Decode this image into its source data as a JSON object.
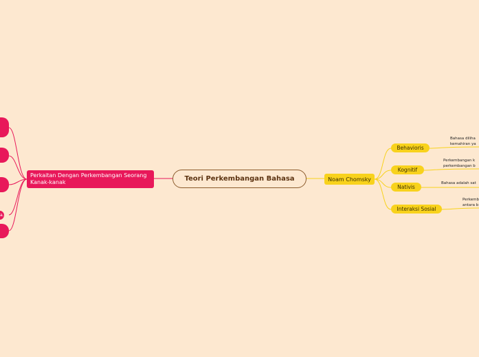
{
  "center": {
    "title": "Teori Perkembangan Bahasa"
  },
  "left": {
    "main_label": "Perkaitan Dengan Perkembangan Seorang Kanak-kanak",
    "stub_texts": [
      "",
      "",
      "",
      "a.",
      ""
    ]
  },
  "right": {
    "main_label": "Noam Chomsky",
    "subtopics": [
      {
        "label": "Behavioris",
        "desc_lines": [
          "Bahasa diliha",
          "kemahiran ya"
        ]
      },
      {
        "label": "Kognitif",
        "desc_lines": [
          "Perkembangan k",
          "perkembangan b"
        ]
      },
      {
        "label": "Nativis",
        "desc_lines": [
          "Bahasa adalah sat"
        ]
      },
      {
        "label": "Interaksi Sosial",
        "desc_lines": [
          "Perkemb",
          "antara b"
        ]
      }
    ]
  },
  "colors": {
    "background": "#fde8d0",
    "pink": "#e8185a",
    "yellow": "#f8d21c",
    "center_border": "#8a5a2b"
  }
}
